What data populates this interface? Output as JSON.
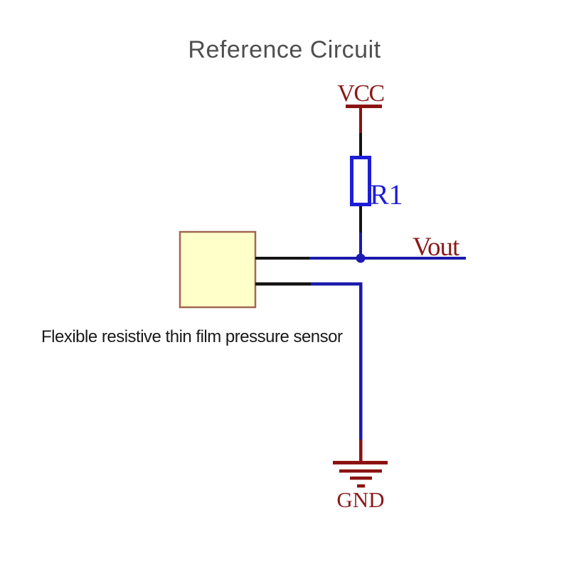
{
  "title": {
    "text": "Reference Circuit"
  },
  "circuit": {
    "vcc": {
      "label": "VCC"
    },
    "resistor": {
      "label": "R1"
    },
    "output": {
      "label": "Vout"
    },
    "ground": {
      "label": "GND"
    },
    "sensor": {
      "label": "Flexible resistive thin film pressure sensor"
    }
  },
  "colors": {
    "title": "#4f4f4f",
    "label_red": "#8b1a1a",
    "wire_red": "#8b1212",
    "wire_black": "#141414",
    "wire_blue": "#1b1baa",
    "component_blue": "#1d1dd8",
    "junction_blue": "#1b1bb4",
    "sensor_fill": "#ffffc9",
    "sensor_border": "#a2674f",
    "sensor_text": "#1a1a1a",
    "background": "#ffffff"
  }
}
